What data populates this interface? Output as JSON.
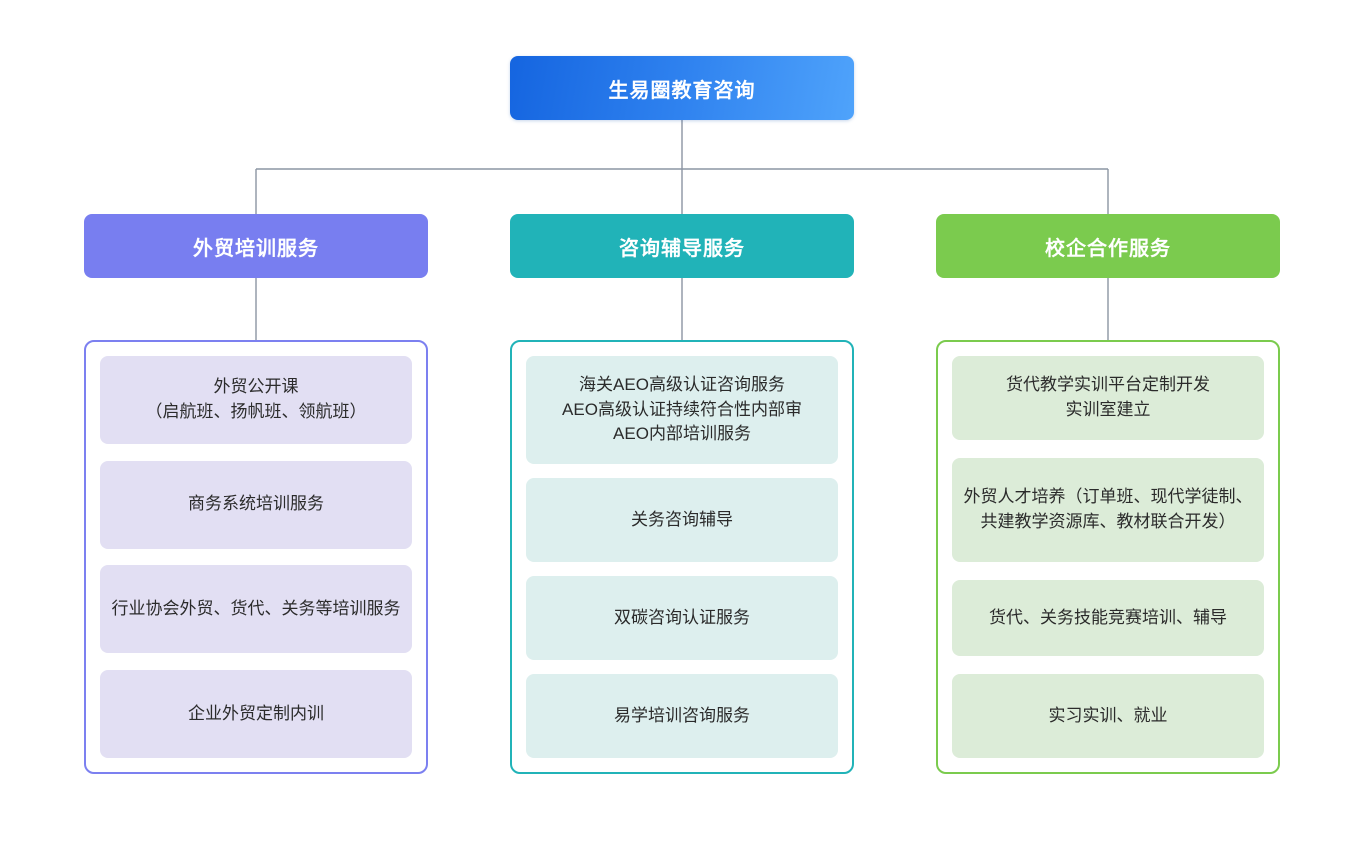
{
  "diagram": {
    "type": "organizational-tree",
    "title": "生易圈教育咨询",
    "root": {
      "label": "生易圈教育咨询",
      "color_start": "#1565e0",
      "color_end": "#4fa3fb"
    },
    "connector_color": "#8c95a3",
    "branches": [
      {
        "label": "外贸培训服务",
        "header_color": "#787ef0",
        "border_color": "#7c80f0",
        "card_color": "#e2dff3",
        "items": [
          "外贸公开课\n（启航班、扬帆班、领航班）",
          "商务系统培训服务",
          "行业协会外贸、货代、关务等培训服务",
          "企业外贸定制内训"
        ]
      },
      {
        "label": "咨询辅导服务",
        "header_color": "#21b3b8",
        "border_color": "#21b3b8",
        "card_color": "#ddefee",
        "items": [
          "海关AEO高级认证咨询服务\nAEO高级认证持续符合性内部审\nAEO内部培训服务",
          "关务咨询辅导",
          "双碳咨询认证服务",
          "易学培训咨询服务"
        ]
      },
      {
        "label": "校企合作服务",
        "header_color": "#7bcb4e",
        "border_color": "#7bcb4e",
        "card_color": "#dcecd8",
        "items": [
          "货代教学实训平台定制开发\n实训室建立",
          "外贸人才培养（订单班、现代学徒制、共建教学资源库、教材联合开发）",
          "货代、关务技能竞赛培训、辅导",
          "实习实训、就业"
        ]
      }
    ]
  }
}
